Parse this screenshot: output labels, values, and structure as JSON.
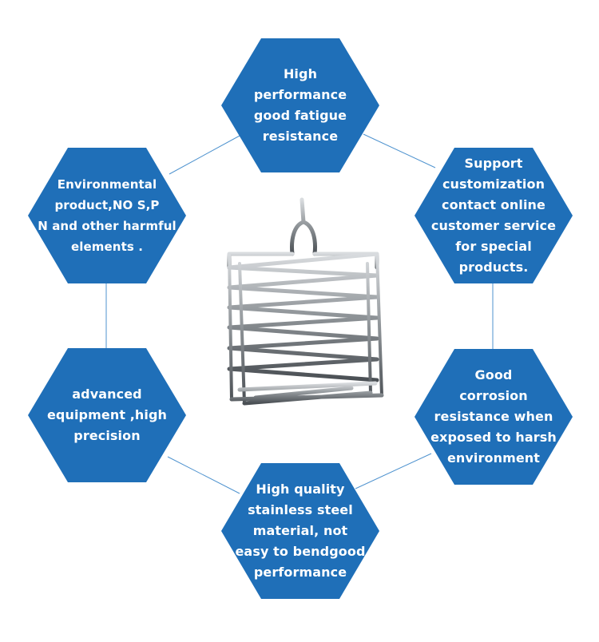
{
  "colors": {
    "hexagon_fill": "#1f6fb8",
    "connector_line": "#4f93cf",
    "text": "#ffffff",
    "background": "#ffffff"
  },
  "center_image": "stainless-steel-wire-spring-basket",
  "features": [
    {
      "id": "top",
      "lines": [
        "High",
        "performance",
        "good fatigue",
        "resistance"
      ]
    },
    {
      "id": "upper-right",
      "lines": [
        "Support",
        "customization",
        "contact online",
        "customer service",
        "for special",
        "products."
      ]
    },
    {
      "id": "lower-right",
      "lines": [
        "Good",
        "corrosion",
        "resistance when",
        "exposed to harsh",
        "environment"
      ]
    },
    {
      "id": "bottom",
      "lines": [
        "High quality",
        "stainless steel",
        "material, not",
        "easy to bendgood",
        "performance"
      ]
    },
    {
      "id": "lower-left",
      "lines": [
        "advanced",
        "equipment ,high",
        "precision"
      ]
    },
    {
      "id": "upper-left",
      "lines": [
        "Environmental",
        "product,NO S,P",
        "N and other harmful",
        "elements ."
      ]
    }
  ]
}
